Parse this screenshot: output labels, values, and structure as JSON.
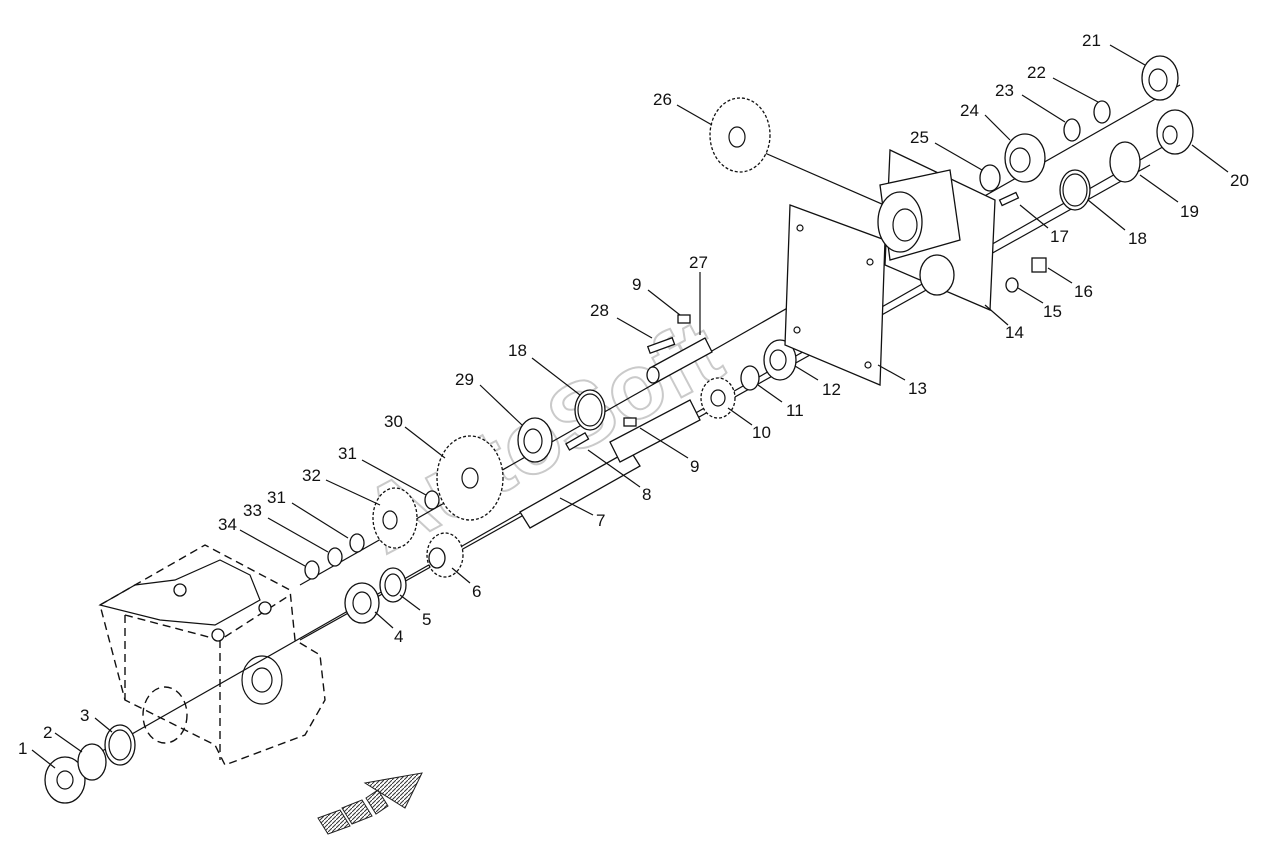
{
  "diagram": {
    "watermark": "AutoSoft",
    "callouts": {
      "c1": "1",
      "c2": "2",
      "c3": "3",
      "c4": "4",
      "c5": "5",
      "c6": "6",
      "c7": "7",
      "c8": "8",
      "c9a": "9",
      "c9b": "9",
      "c10": "10",
      "c11": "11",
      "c12": "12",
      "c13": "13",
      "c14": "14",
      "c15": "15",
      "c16": "16",
      "c17": "17",
      "c18a": "18",
      "c18b": "18",
      "c19": "19",
      "c20": "20",
      "c21": "21",
      "c22": "22",
      "c23": "23",
      "c24": "24",
      "c25": "25",
      "c26": "26",
      "c27": "27",
      "c28": "28",
      "c29": "29",
      "c30": "30",
      "c31a": "31",
      "c31b": "31",
      "c32": "32",
      "c33": "33",
      "c34": "34"
    }
  }
}
